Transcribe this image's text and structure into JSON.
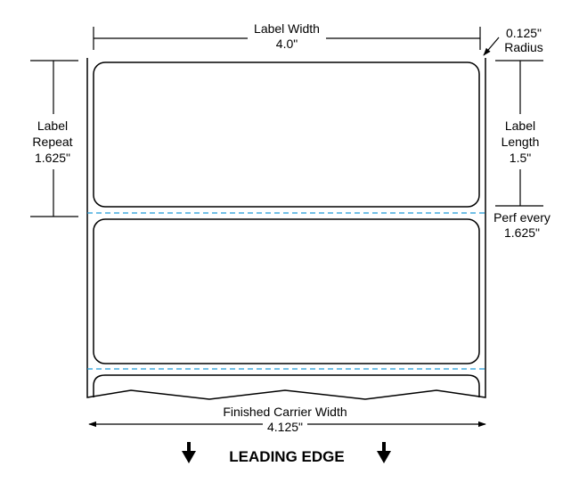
{
  "label_width": {
    "title": "Label Width",
    "value": "4.0\""
  },
  "radius": {
    "value": "0.125\"",
    "title": "Radius"
  },
  "label_repeat": {
    "line1": "Label",
    "line2": "Repeat",
    "value": "1.625\""
  },
  "label_length": {
    "line1": "Label",
    "line2": "Length",
    "value": "1.5\""
  },
  "perf": {
    "title": "Perf every",
    "value": "1.625\""
  },
  "carrier_width": {
    "title": "Finished Carrier Width",
    "value": "4.125\""
  },
  "leading_edge": {
    "text": "LEADING EDGE"
  },
  "colors": {
    "outline": "#000000",
    "perforation": "#1e9bd7",
    "background": "#ffffff"
  }
}
